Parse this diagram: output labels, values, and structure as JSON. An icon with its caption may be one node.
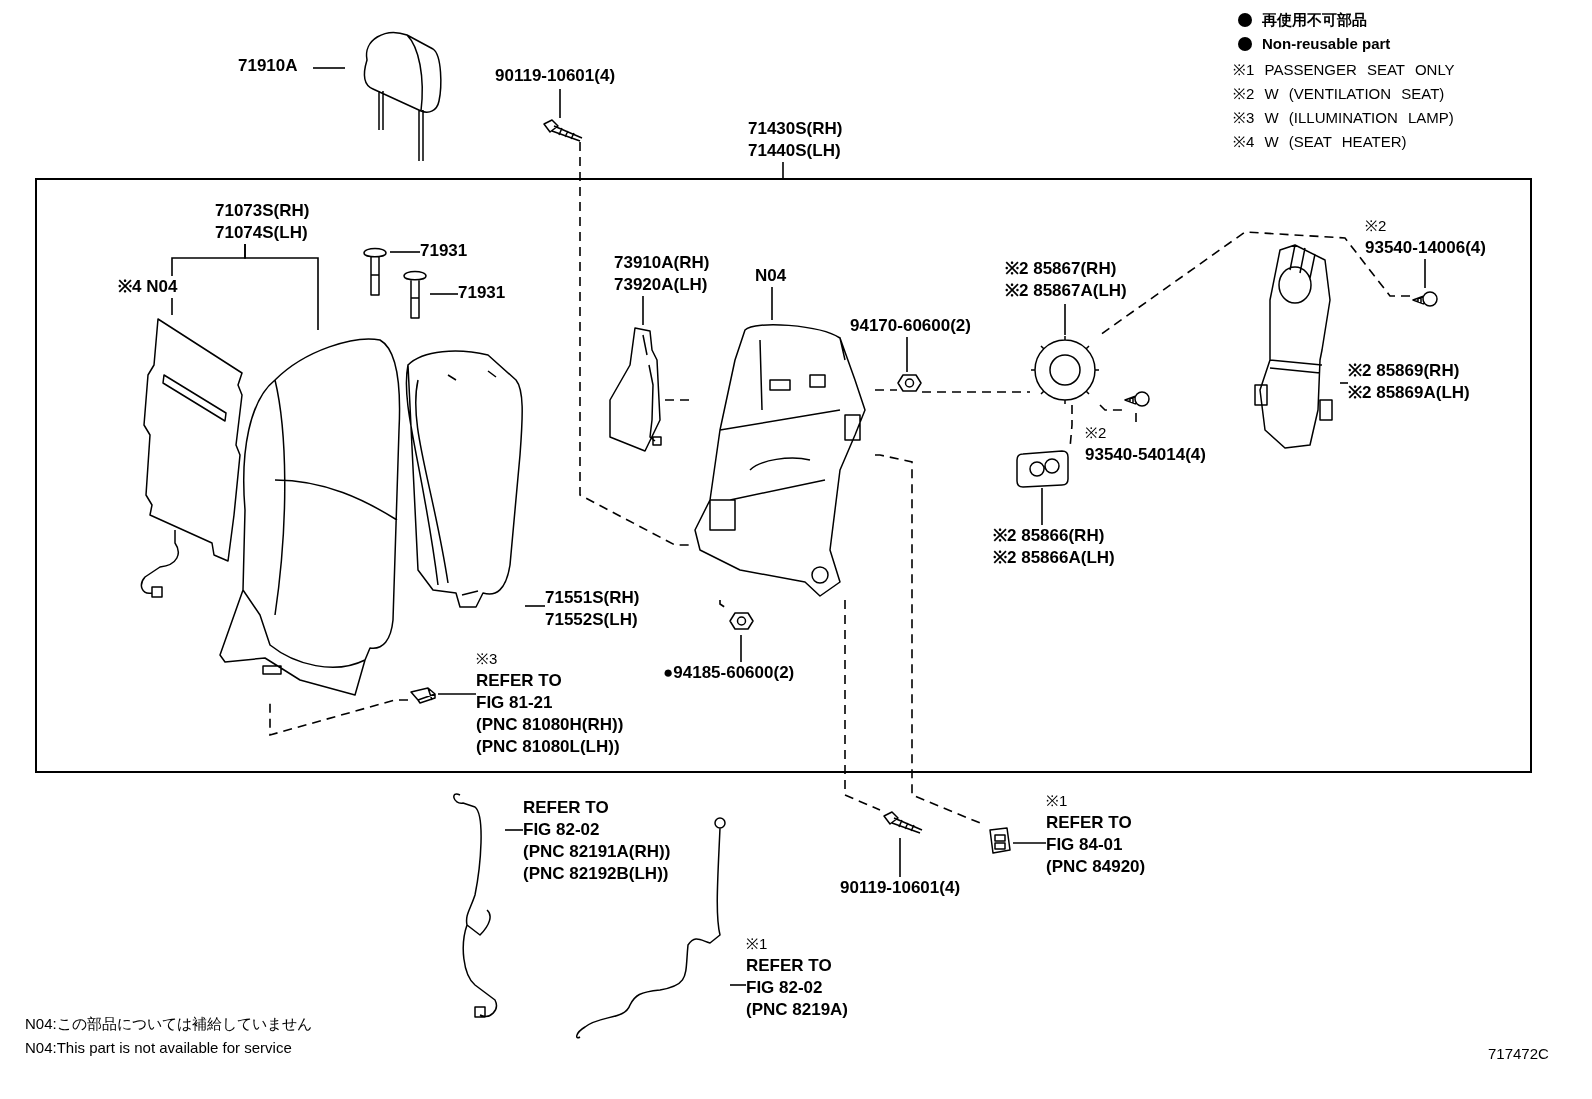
{
  "diagram": {
    "nodes": [
      {
        "text": [
          "71910A"
        ]
      },
      {
        "text": [],
        "shape": "picture"
      },
      {
        "text": [
          "90119-10601(4)"
        ]
      },
      {
        "text": [],
        "shape": "picture"
      },
      {
        "text": [
          "71430S(RH)",
          "71440S(LH)"
        ]
      },
      {
        "text": [],
        "shape": "box"
      },
      {
        "text": [
          "71073S(RH)",
          "71074S(LH)"
        ],
        "in": 5
      },
      {
        "text": [
          "※4 N04"
        ],
        "in": 5
      },
      {
        "text": [],
        "shape": "picture",
        "in": 5
      },
      {
        "text": [],
        "shape": "picture",
        "in": 5
      },
      {
        "text": [],
        "shape": "picture",
        "in": 5
      },
      {
        "text": [
          "71551S(RH)",
          "71552S(LH)"
        ],
        "in": 5
      },
      {
        "text": [],
        "shape": "picture",
        "in": 5
      },
      {
        "text": [
          "71931"
        ],
        "in": 5
      },
      {
        "text": [],
        "shape": "picture",
        "in": 5
      },
      {
        "text": [
          "71931"
        ],
        "in": 5
      },
      {
        "text": [],
        "shape": "picture",
        "in": 5
      },
      {
        "text": [
          "※3",
          "REFER TO",
          "FIG 81-21",
          "(PNC 81080H(RH))",
          "(PNC 81080L(LH))"
        ],
        "in": 5
      },
      {
        "text": [
          "73910A(RH)",
          "73920A(LH)"
        ],
        "in": 5
      },
      {
        "text": [],
        "shape": "picture",
        "in": 5
      },
      {
        "text": [
          "N04"
        ],
        "in": 5
      },
      {
        "text": [],
        "shape": "picture",
        "in": 5
      },
      {
        "text": [
          "94170-60600(2)"
        ],
        "in": 5
      },
      {
        "text": [],
        "shape": "picture",
        "in": 5
      },
      {
        "text": [
          "※2 85867(RH)",
          "※2 85867A(LH)"
        ],
        "in": 5
      },
      {
        "text": [],
        "shape": "picture",
        "in": 5
      },
      {
        "text": [
          "※2",
          "93540-14006(4)"
        ],
        "in": 5
      },
      {
        "text": [],
        "shape": "picture",
        "in": 5
      },
      {
        "text": [],
        "shape": "picture",
        "in": 5
      },
      {
        "text": [
          "※2 85869(RH)",
          "※2 85869A(LH)"
        ],
        "in": 5
      },
      {
        "text": [],
        "shape": "picture",
        "in": 5
      },
      {
        "text": [
          "※2",
          "93540-54014(4)"
        ],
        "in": 5
      },
      {
        "text": [],
        "shape": "picture",
        "in": 5
      },
      {
        "text": [
          "※2 85866(RH)",
          "※2 85866A(LH)"
        ],
        "in": 5
      },
      {
        "text": [],
        "shape": "picture",
        "in": 5
      },
      {
        "text": [
          "●94185-60600(2)"
        ],
        "in": 5
      },
      {
        "text": [],
        "shape": "picture"
      },
      {
        "text": [
          "REFER TO",
          "FIG 82-02",
          "(PNC 82191A(RH))",
          "(PNC 82192B(LH))"
        ]
      },
      {
        "text": [],
        "shape": "picture"
      },
      {
        "text": [
          "※1",
          "REFER TO",
          "FIG 82-02",
          "(PNC 8219A)"
        ]
      },
      {
        "text": [],
        "shape": "picture"
      },
      {
        "text": [
          "90119-10601(4)"
        ]
      },
      {
        "text": [],
        "shape": "picture"
      },
      {
        "text": [
          "※1",
          "REFER TO",
          "FIG 84-01",
          "(PNC 84920)"
        ]
      }
    ],
    "edges": [
      {
        "from": 0,
        "to": 1,
        "arrow": "none"
      },
      {
        "from": 2,
        "to": 3,
        "arrow": "none"
      },
      {
        "from": 4,
        "to": 5,
        "arrow": "none"
      },
      {
        "from": 6,
        "to": 7,
        "arrow": "none"
      },
      {
        "from": 7,
        "to": 8,
        "arrow": "none"
      },
      {
        "from": 6,
        "to": 9,
        "arrow": "none"
      },
      {
        "from": 13,
        "to": 12,
        "arrow": "none"
      },
      {
        "from": 15,
        "to": 14,
        "arrow": "none"
      },
      {
        "from": 11,
        "to": 10,
        "arrow": "none"
      },
      {
        "from": 17,
        "to": 16,
        "arrow": "none"
      },
      {
        "from": 18,
        "to": 19,
        "arrow": "none"
      },
      {
        "from": 20,
        "to": 21,
        "arrow": "none"
      },
      {
        "from": 22,
        "to": 23,
        "arrow": "none"
      },
      {
        "from": 24,
        "to": 25,
        "arrow": "none"
      },
      {
        "from": 26,
        "to": 27,
        "arrow": "none"
      },
      {
        "from": 29,
        "to": 28,
        "arrow": "none"
      },
      {
        "from": 31,
        "to": 30,
        "arrow": "none"
      },
      {
        "from": 33,
        "to": 32,
        "arrow": "none"
      },
      {
        "from": 35,
        "to": 34,
        "arrow": "none"
      },
      {
        "from": 37,
        "to": 36,
        "arrow": "none"
      },
      {
        "from": 39,
        "to": 38,
        "arrow": "none"
      },
      {
        "from": 41,
        "to": 40,
        "arrow": "none"
      },
      {
        "from": 43,
        "to": 42,
        "arrow": "none"
      },
      {
        "from": 3,
        "to": 21,
        "arrow": "none",
        "style": "dashed"
      },
      {
        "from": 19,
        "to": 21,
        "arrow": "none",
        "style": "dashed"
      },
      {
        "from": 16,
        "to": 9,
        "arrow": "none",
        "style": "dashed"
      },
      {
        "from": 21,
        "to": 23,
        "arrow": "none",
        "style": "dashed"
      },
      {
        "from": 23,
        "to": 25,
        "arrow": "none",
        "style": "dashed"
      },
      {
        "from": 27,
        "to": 25,
        "arrow": "none",
        "style": "dashed"
      },
      {
        "from": 25,
        "to": 30,
        "arrow": "none",
        "style": "dashed"
      },
      {
        "from": 25,
        "to": 32,
        "arrow": "none",
        "style": "dashed"
      },
      {
        "from": 21,
        "to": 34,
        "arrow": "none",
        "style": "dashed"
      },
      {
        "from": 21,
        "to": 40,
        "arrow": "none",
        "style": "dashed"
      },
      {
        "from": 21,
        "to": 42,
        "arrow": "none",
        "style": "dashed"
      }
    ],
    "labels": [
      "※1 PASSENGER SEAT ONLY",
      "※2 W (VENTILATION SEAT)",
      "※3 W (ILLUMINATION LAMP)",
      "※4 W (SEAT HEATER)",
      "N04:この部品については補給していません",
      "N04:This part is not available for service",
      "717472C"
    ],
    "legend": [
      {
        "text": "再使用不可部品"
      },
      {
        "text": "Non-reusable part"
      }
    ]
  }
}
